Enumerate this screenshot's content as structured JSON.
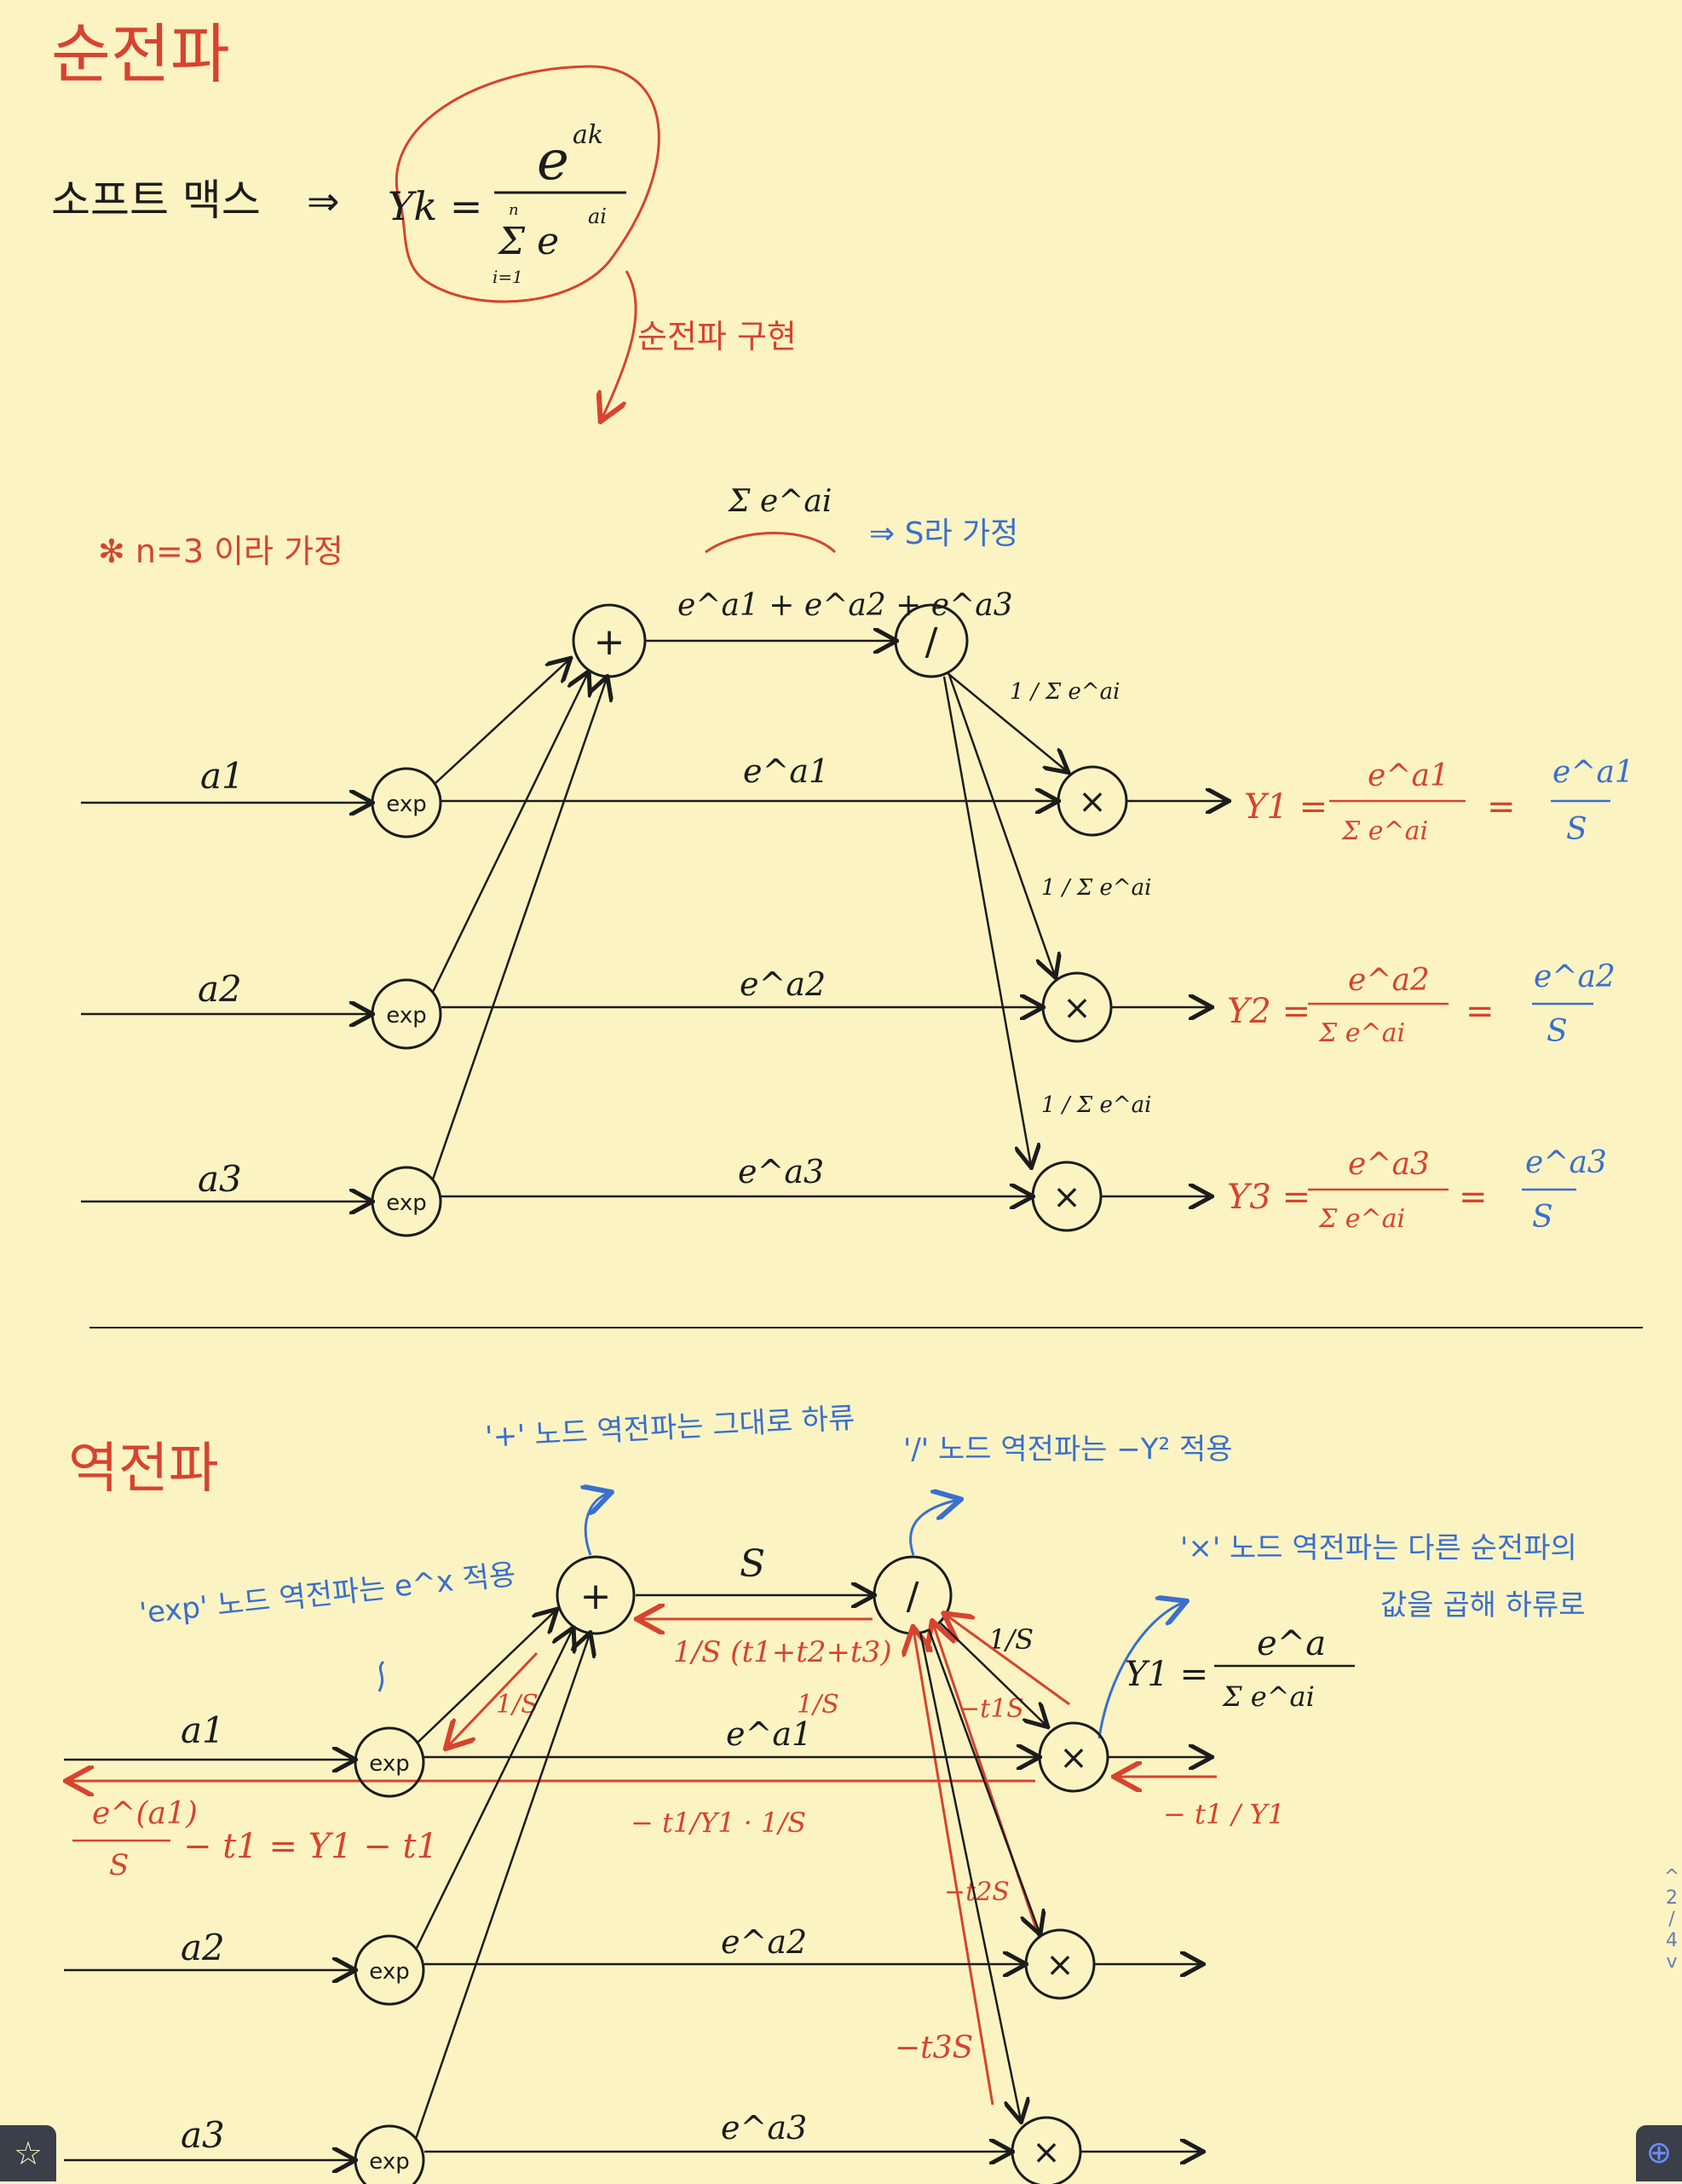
{
  "colors": {
    "paper": "#fbf4c2",
    "ink": "#1c1c1c",
    "red": "#d8432f",
    "blue": "#3a6fd0"
  },
  "forward": {
    "title": "순전파",
    "softmax_label": "소프트 맥스",
    "softmax_arrow": "⇒",
    "formula_lhs": "Yk =",
    "formula_num": "e",
    "formula_num_sup": "ak",
    "formula_den": "Σ e",
    "formula_den_sup": "ai",
    "formula_den_top": "n",
    "formula_den_bottom": "i=1",
    "impl_note": "순전파 구현",
    "assume_n": "✻ n=3 이라 가정",
    "sum_brace_label": "Σ e^ai",
    "assume_s": "⇒ S라 가정",
    "sum_edge_label": "e^a1 + e^a2 + e^a3",
    "recip_label": "1 / Σ e^ai",
    "inputs": [
      "a1",
      "a2",
      "a3"
    ],
    "exp_node": "exp",
    "exp_outputs": [
      "e^a1",
      "e^a2",
      "e^a3"
    ],
    "plus_node": "+",
    "div_node": "/",
    "mul_node": "×",
    "outputs": [
      {
        "lhs": "Y1 =",
        "frac_num": "e^a1",
        "frac_den": "Σ e^ai",
        "simple_num": "e^a1",
        "simple_den": "S"
      },
      {
        "lhs": "Y2 =",
        "frac_num": "e^a2",
        "frac_den": "Σ e^ai",
        "simple_num": "e^a2",
        "simple_den": "S"
      },
      {
        "lhs": "Y3 =",
        "frac_num": "e^a3",
        "frac_den": "Σ e^ai",
        "simple_num": "e^a3",
        "simple_den": "S"
      }
    ]
  },
  "backward": {
    "title": "역전파",
    "note_plus": "'+' 노드 역전파는 그대로 하류",
    "note_div": "'/' 노드 역전파는 −Y² 적용",
    "note_exp": "'exp' 노드 역전파는 e^x 적용",
    "note_mul_1": "'×' 노드 역전파는 다른 순전파의",
    "note_mul_2": "값을 곱해 하류로",
    "y1_lhs": "Y1 =",
    "y1_num": "e^a",
    "y1_den": "Σ e^ai",
    "s_label": "S",
    "one_over_s": "1/S",
    "sum_grad": "1/S (t1+t2+t3)",
    "sum_grad_scaled": "1/S",
    "plus_grad": "1/S",
    "neg_ts": "−t1S",
    "neg_t2s": "−t2S",
    "neg_t3s": "−t3S",
    "mul_grad": "− t1 / Y1",
    "mid_grad": "− t1/Y1 · 1/S",
    "exp_grad_num": "e^(a1)",
    "exp_grad_den": "S",
    "exp_grad_rest": "− t1 = Y1 − t1",
    "inputs": [
      "a1",
      "a2",
      "a3"
    ],
    "exp_outputs": [
      "e^a1",
      "e^a2",
      "e^a3"
    ],
    "exp_node": "exp",
    "plus_node": "+",
    "div_node": "/",
    "mul_node": "×"
  },
  "ui": {
    "favorite_icon": "☆",
    "add_icon": "⊕",
    "pager_up": "^",
    "pager_current": "2",
    "pager_sep": "/",
    "pager_total": "4",
    "pager_down": "v"
  }
}
